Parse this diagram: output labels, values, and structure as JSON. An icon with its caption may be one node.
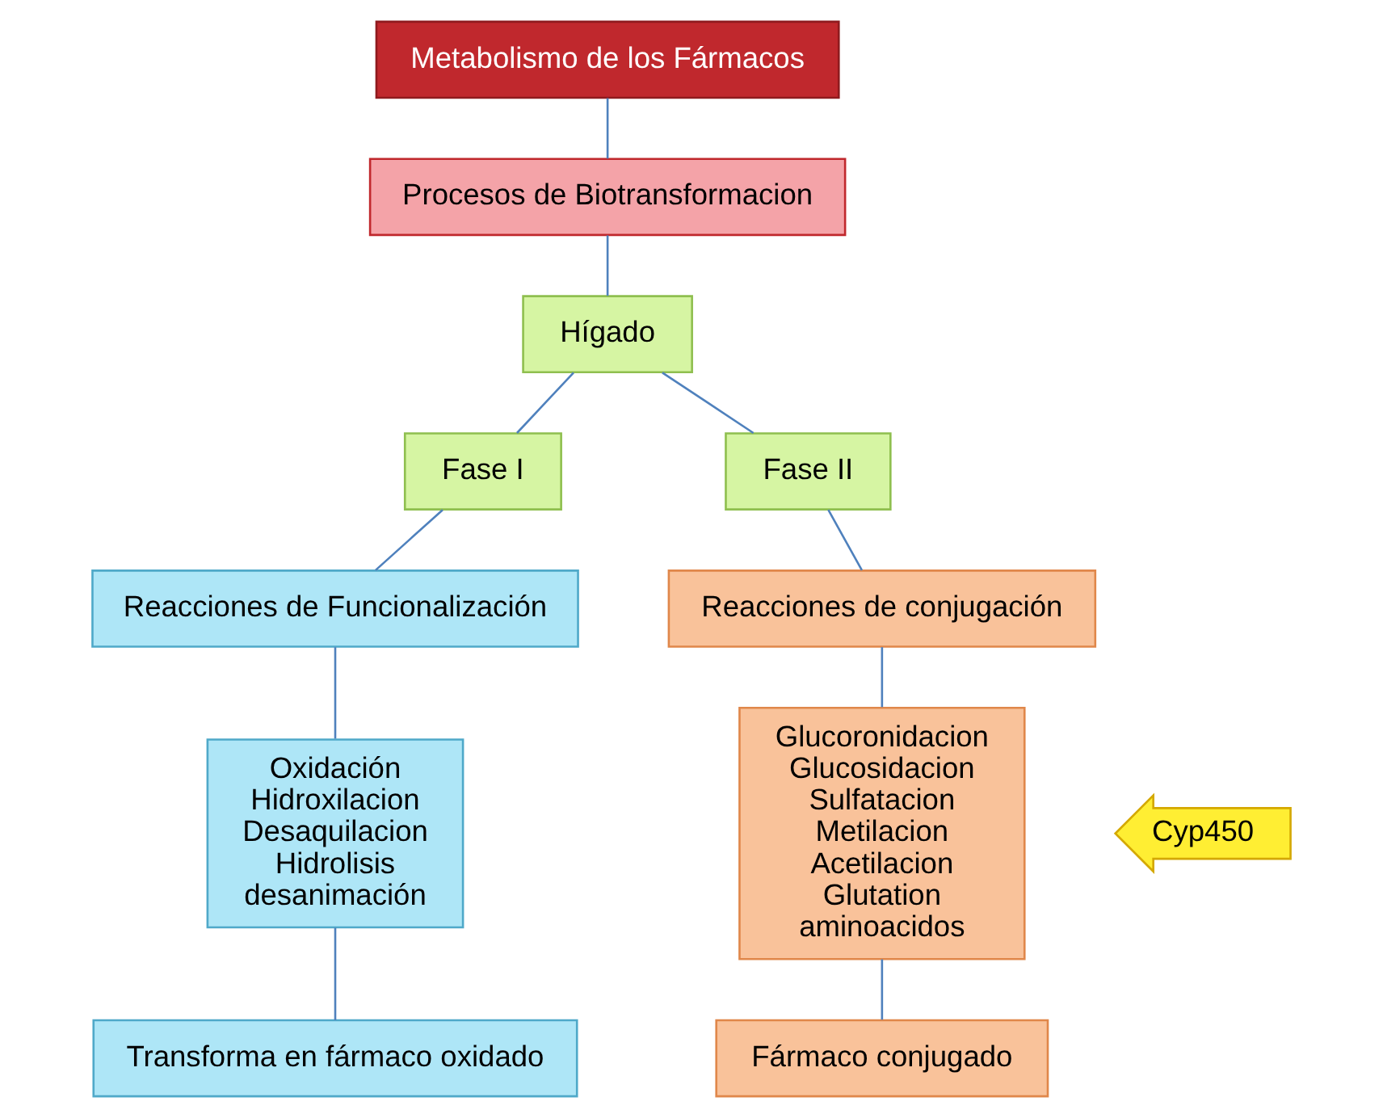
{
  "diagram": {
    "nodes": [
      {
        "text": [
          "Metabolismo de los Fármacos"
        ]
      },
      {
        "text": [
          "Procesos de Biotransformacion"
        ]
      },
      {
        "text": [
          "Hígado"
        ]
      },
      {
        "text": [
          "Fase I"
        ]
      },
      {
        "text": [
          "Fase II"
        ]
      },
      {
        "text": [
          "Reacciones de Funcionalización"
        ]
      },
      {
        "text": [
          "Oxidación",
          "Hidroxilacion",
          "Desaquilacion",
          "Hidrolisis",
          "desanimación"
        ]
      },
      {
        "text": [
          "Transforma en fármaco oxidado"
        ]
      },
      {
        "text": [
          "Cyp450"
        ]
      },
      {
        "text": [
          "Reacciones de conjugación"
        ]
      },
      {
        "text": [
          "Glucoronidacion",
          "Glucosidacion",
          "Sulfatacion",
          "Metilacion",
          "Acetilacion",
          "Glutation",
          "aminoacidos"
        ]
      },
      {
        "text": [
          "Fármaco conjugado"
        ]
      }
    ],
    "edges": [
      {
        "from": 0,
        "to": 1,
        "arrow": "none"
      },
      {
        "from": 1,
        "to": 2,
        "arrow": "none"
      },
      {
        "from": 2,
        "to": 3,
        "arrow": "none"
      },
      {
        "from": 2,
        "to": 4,
        "arrow": "none"
      },
      {
        "from": 3,
        "to": 5,
        "arrow": "none"
      },
      {
        "from": 5,
        "to": 6,
        "arrow": "none"
      },
      {
        "from": 6,
        "to": 7,
        "arrow": "none"
      },
      {
        "from": 4,
        "to": 9,
        "arrow": "none"
      },
      {
        "from": 9,
        "to": 10,
        "arrow": "none"
      },
      {
        "from": 10,
        "to": 11,
        "arrow": "none"
      }
    ]
  }
}
